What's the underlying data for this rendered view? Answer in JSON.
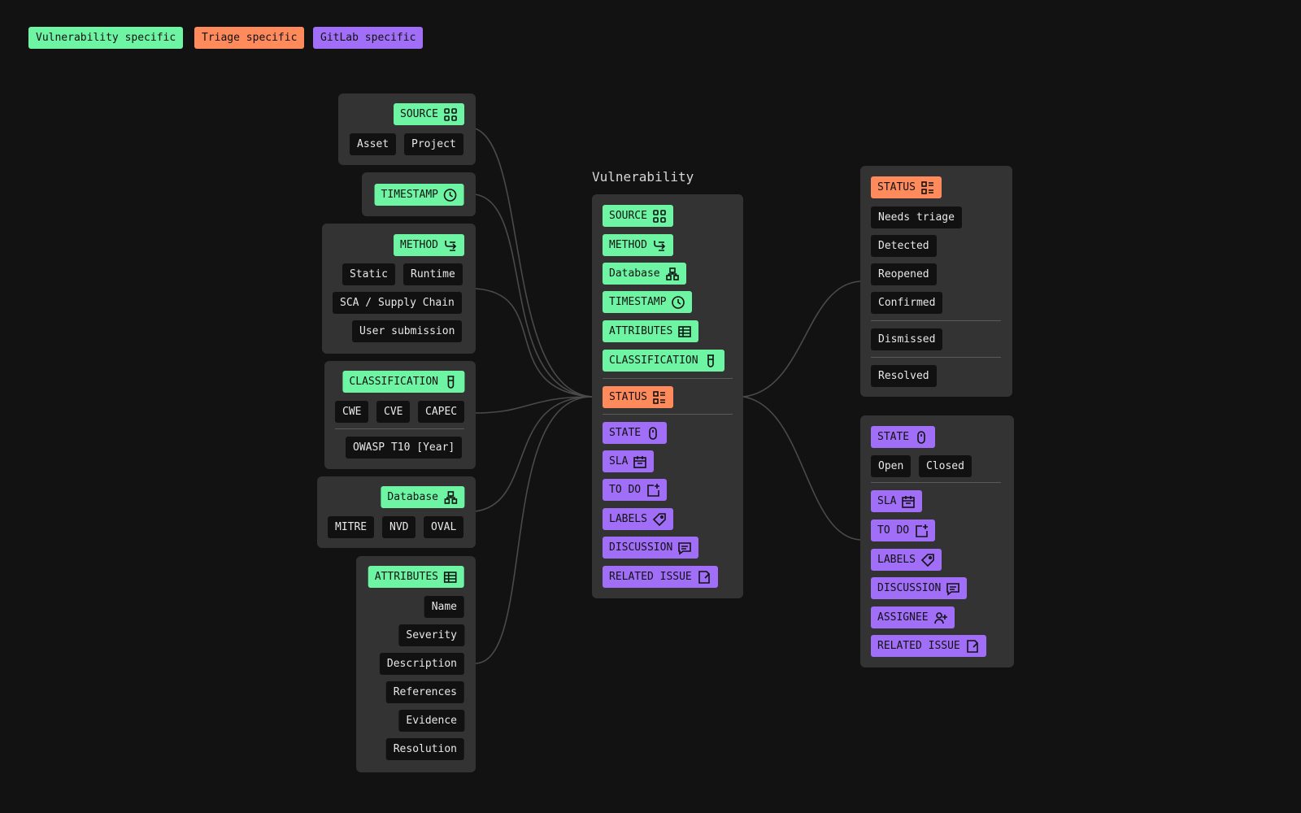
{
  "legend": {
    "vulnerability": "Vulnerability specific",
    "triage": "Triage specific",
    "gitlab": "GitLab specific"
  },
  "colors": {
    "vulnerability": "#6ef5a4",
    "triage": "#ff8a5c",
    "gitlab": "#a06ef7",
    "background": "#121212",
    "panel": "#333333"
  },
  "left": {
    "source": {
      "label": "SOURCE",
      "icon": "grid-icon",
      "values": [
        "Asset",
        "Project"
      ]
    },
    "timestamp": {
      "label": "TIMESTAMP",
      "icon": "clock-icon"
    },
    "method": {
      "label": "METHOD",
      "icon": "branch-icon",
      "values": [
        "Static",
        "Runtime",
        "SCA / Supply Chain",
        "User submission"
      ]
    },
    "classification": {
      "label": "CLASSIFICATION",
      "icon": "test-tube-icon",
      "values": [
        "CWE",
        "CVE",
        "CAPEC",
        "OWASP T10 [Year]"
      ]
    },
    "database": {
      "label": "Database",
      "icon": "hierarchy-icon",
      "values": [
        "MITRE",
        "NVD",
        "OVAL"
      ]
    },
    "attributes": {
      "label": "ATTRIBUTES",
      "icon": "table-icon",
      "values": [
        "Name",
        "Severity",
        "Description",
        "References",
        "Evidence",
        "Resolution"
      ]
    }
  },
  "center": {
    "title": "Vulnerability",
    "vulnerability_items": [
      {
        "label": "SOURCE",
        "icon": "grid-icon"
      },
      {
        "label": "METHOD",
        "icon": "branch-icon"
      },
      {
        "label": "Database",
        "icon": "hierarchy-icon"
      },
      {
        "label": "TIMESTAMP",
        "icon": "clock-icon"
      },
      {
        "label": "ATTRIBUTES",
        "icon": "table-icon"
      },
      {
        "label": "CLASSIFICATION",
        "icon": "test-tube-icon"
      }
    ],
    "triage_items": [
      {
        "label": "STATUS",
        "icon": "list-icon"
      }
    ],
    "gitlab_items": [
      {
        "label": "STATE",
        "icon": "toggle-icon"
      },
      {
        "label": "SLA",
        "icon": "calendar-icon"
      },
      {
        "label": "TO DO",
        "icon": "todo-add-icon"
      },
      {
        "label": "LABELS",
        "icon": "tag-icon"
      },
      {
        "label": "DISCUSSION",
        "icon": "comment-icon"
      },
      {
        "label": "RELATED ISSUE",
        "icon": "issue-icon"
      }
    ]
  },
  "right": {
    "status": {
      "label": "STATUS",
      "icon": "list-icon",
      "values": [
        "Needs triage",
        "Detected",
        "Reopened",
        "Confirmed",
        "Dismissed",
        "Resolved"
      ]
    },
    "state": {
      "label": "STATE",
      "icon": "toggle-icon",
      "values": [
        "Open",
        "Closed"
      ],
      "items": [
        {
          "label": "SLA",
          "icon": "calendar-icon"
        },
        {
          "label": "TO DO",
          "icon": "todo-add-icon"
        },
        {
          "label": "LABELS",
          "icon": "tag-icon"
        },
        {
          "label": "DISCUSSION",
          "icon": "comment-icon"
        },
        {
          "label": "ASSIGNEE",
          "icon": "add-user-icon"
        },
        {
          "label": "RELATED ISSUE",
          "icon": "issue-icon"
        }
      ]
    }
  }
}
